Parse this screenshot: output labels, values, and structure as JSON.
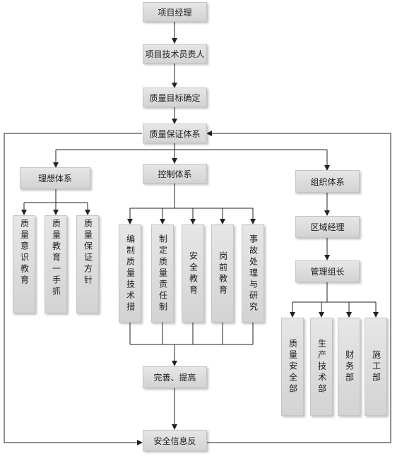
{
  "nodes": {
    "project_manager": "项目经理",
    "tech_lead": "项目技术员责人",
    "quality_goal": "质量目标确定",
    "qa_system": "质量保证体系",
    "ideology": "理想体系",
    "control": "控制体系",
    "organization": "组织体系",
    "ideology_1": "质量意识教育",
    "ideology_2": "质量教育一手抓",
    "ideology_3": "质量保证方针",
    "control_1": "编制质量技术措",
    "control_2": "制定质量责任制",
    "control_3": "安全教育",
    "control_4": "岗前教育",
    "control_5": "事故处理与研究",
    "regional_manager": "区域经理",
    "team_leader": "管理组长",
    "org_1": "质量安全部",
    "org_2": "生产技术部",
    "org_3": "财务部",
    "org_4": "施工部",
    "improve": "完善、提高",
    "feedback": "安全信息反"
  }
}
